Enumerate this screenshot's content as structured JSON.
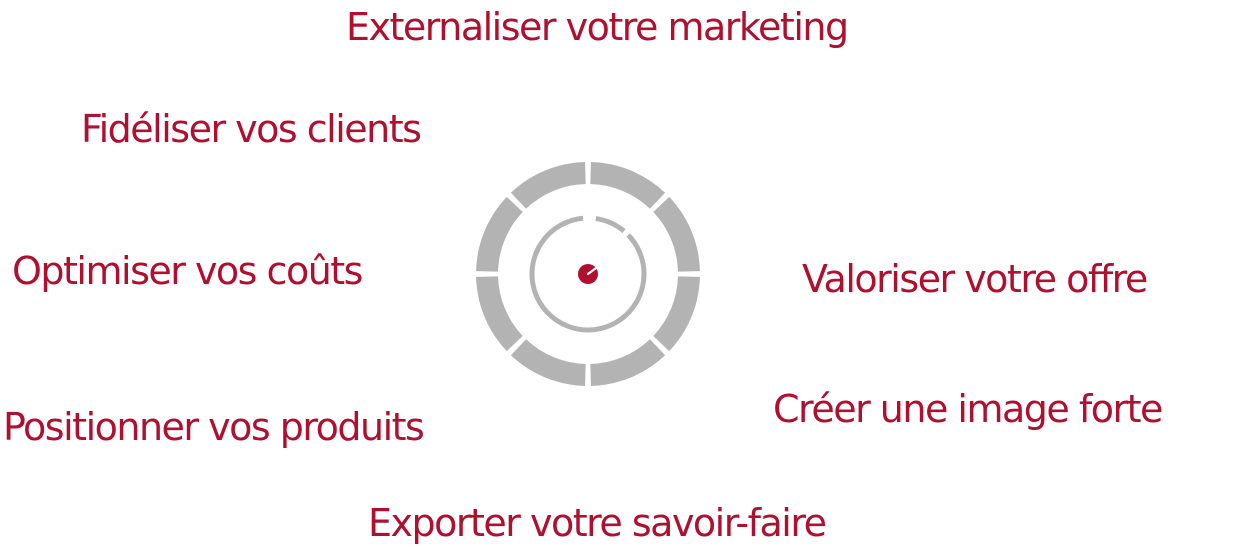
{
  "labels": {
    "top": "Externaliser votre marketing",
    "fideliser": "Fidéliser vos clients",
    "optimiser": "Optimiser vos coûts",
    "positionner": "Positionner vos produits",
    "exporter": "Exporter votre savoir-faire",
    "valoriser": "Valoriser votre offre",
    "creer": "Créer une image forte"
  },
  "colors": {
    "accent": "#b01030",
    "ring": "#b3b3b3"
  }
}
